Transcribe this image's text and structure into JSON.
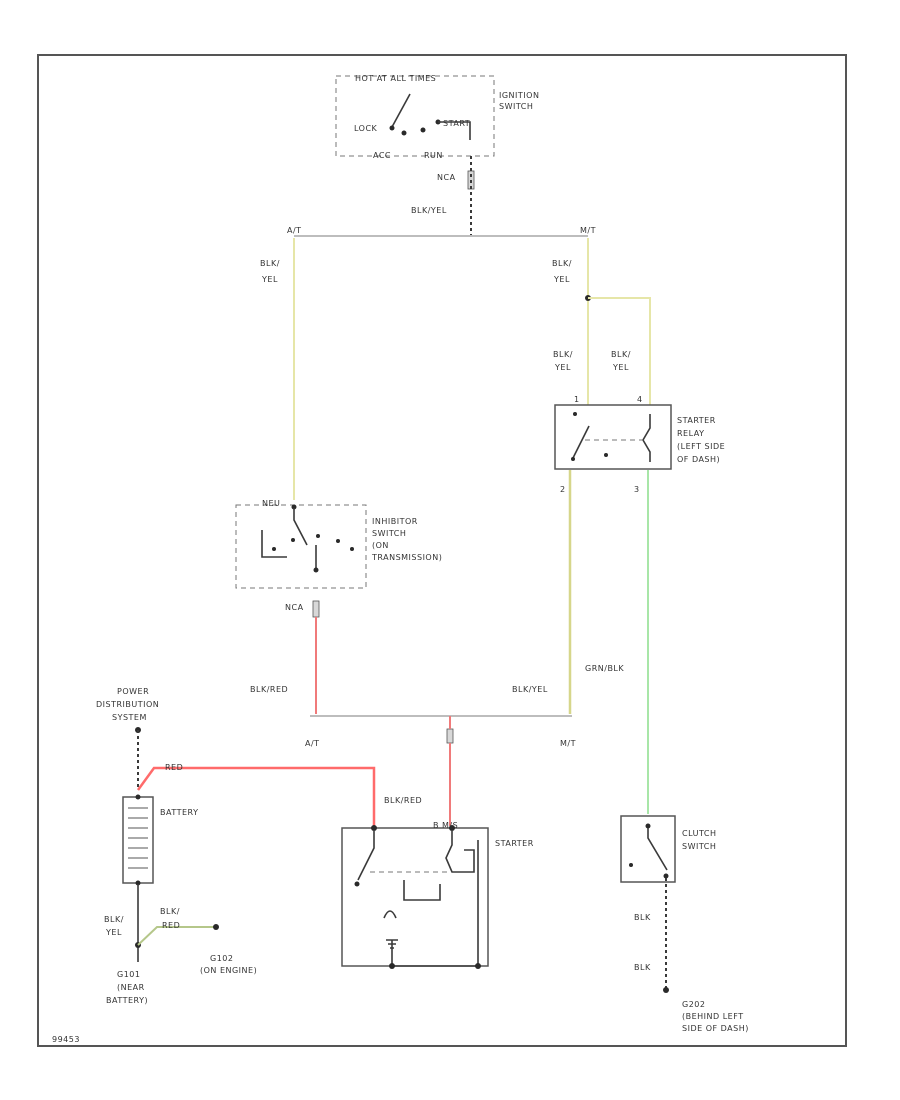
{
  "colors": {
    "background": "#ffffff",
    "frame": "#555555",
    "line": "#3a3a3a",
    "bus": "#bdbdbd",
    "wire_yellow": "#e6e6a8",
    "wire_red": "#f07a7a",
    "wire_yellow_dark": "#d6d68a",
    "wire_green": "#a8e6a8",
    "wire_red_bright": "#ff6b6b"
  },
  "ignition": {
    "header": "HOT AT ALL TIMES",
    "name_line1": "IGNITION",
    "name_line2": "SWITCH",
    "lock": "LOCK",
    "start": "START",
    "acc": "ACC",
    "run": "RUN",
    "nca": "NCA",
    "wire": "BLK/YEL"
  },
  "branches": {
    "at_top": "A/T",
    "mt_top": "M/T",
    "at_bottom": "A/T",
    "mt_bottom": "M/T"
  },
  "wires": {
    "left_upper_1": "BLK/",
    "left_upper_2": "YEL",
    "right_upper_1": "BLK/",
    "right_upper_2": "YEL",
    "relay_a_1": "BLK/",
    "relay_a_2": "YEL",
    "relay_b_1": "BLK/",
    "relay_b_2": "YEL",
    "inhibitor_out": "BLK/RED",
    "relay_out": "BLK/YEL",
    "relay_to_clutch": "GRN/BLK",
    "starter_feed": "BLK/RED",
    "battery_pos": "RED",
    "battery_neg_1": "BLK/",
    "battery_neg_2": "YEL",
    "ground_wire_1": "BLK/",
    "ground_wire_2": "RED",
    "clutch_gnd_1": "BLK",
    "clutch_gnd_2": "BLK"
  },
  "inhibitor": {
    "neutral": "NEU",
    "nca": "NCA",
    "name_line1": "INHIBITOR",
    "name_line2": "SWITCH",
    "name_line3": "(ON",
    "name_line4": "TRANSMISSION)"
  },
  "relay": {
    "pin_1": "1",
    "pin_2": "2",
    "pin_3": "3",
    "pin_4": "4",
    "name_line1": "STARTER",
    "name_line2": "RELAY",
    "name_line3": "(LEFT SIDE",
    "name_line4": "OF DASH)"
  },
  "power_distribution": {
    "line1": "POWER",
    "line2": "DISTRIBUTION",
    "line3": "SYSTEM"
  },
  "battery": {
    "name": "BATTERY"
  },
  "starter": {
    "name": "STARTER",
    "terminal": "B M/S"
  },
  "clutch": {
    "name_line1": "CLUTCH",
    "name_line2": "SWITCH"
  },
  "grounds": {
    "g101_line1": "G101",
    "g101_line2": "(NEAR",
    "g101_line3": "BATTERY)",
    "g102_line1": "G102",
    "g102_line2": "(ON ENGINE)",
    "g202_line1": "G202",
    "g202_line2": "(BEHIND LEFT",
    "g202_line3": "SIDE OF DASH)"
  },
  "figure_id": "99453"
}
